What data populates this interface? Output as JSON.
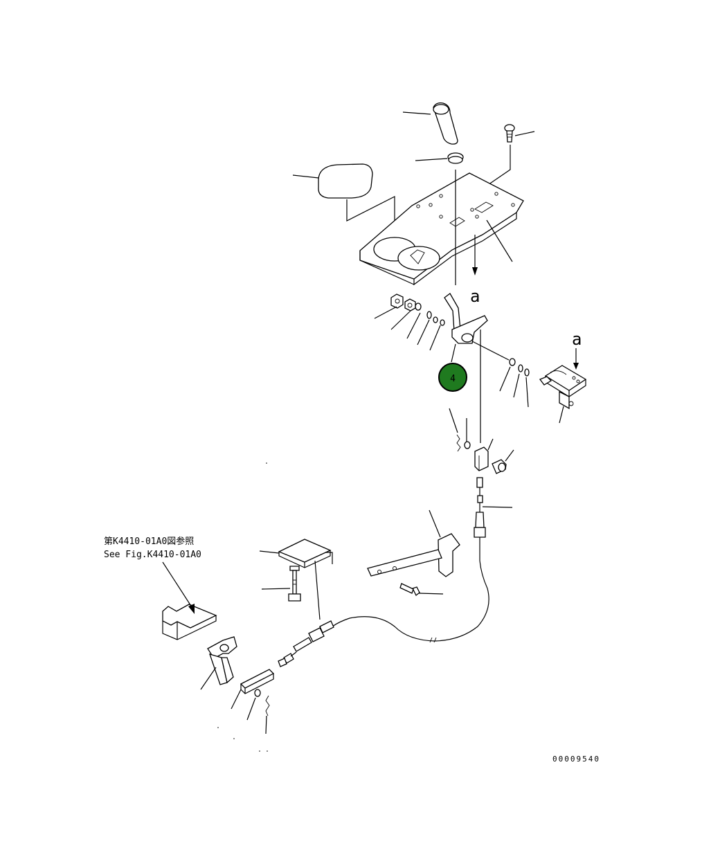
{
  "letter_a_upper": "a",
  "letter_a_right": "a",
  "callout": {
    "number": "4",
    "color": "#1f7a1f"
  },
  "reference": {
    "line1": "第K4410-01A0図参照",
    "line2": "See Fig.K4410-01A0"
  },
  "drawing_number": "00009540"
}
